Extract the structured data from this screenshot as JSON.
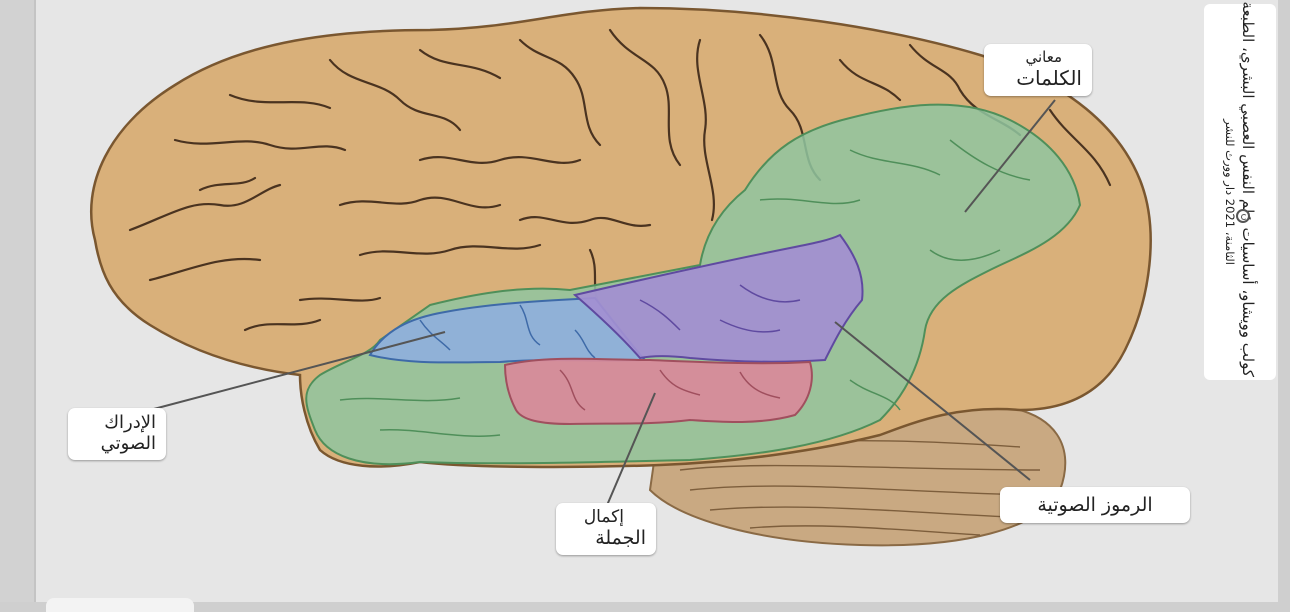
{
  "labels": {
    "word_meaning": {
      "line1": "معاني",
      "line2": "الكلمات"
    },
    "auditory_perception": {
      "line1": "الإدراك",
      "line2": "الصوتي"
    },
    "sentence_completion": {
      "line1": "إكمال",
      "line2": "الجملة"
    },
    "phonological_symbols": {
      "line1": "الرموز الصوتية"
    }
  },
  "credit": {
    "line1": "كولب وويشاو، أساسيات علم النفس العصبي البشري، الطبعة",
    "line2": "الثامنة، 2021 دار وورث للنشر"
  },
  "colors": {
    "brain": "#d9b07a",
    "word_meaning_region": "#8fc6a0",
    "auditory_region": "#8fb0dc",
    "sentence_region": "#d98a9a",
    "phonological_region": "#a38fd1",
    "cerebellum": "#c9a982"
  }
}
